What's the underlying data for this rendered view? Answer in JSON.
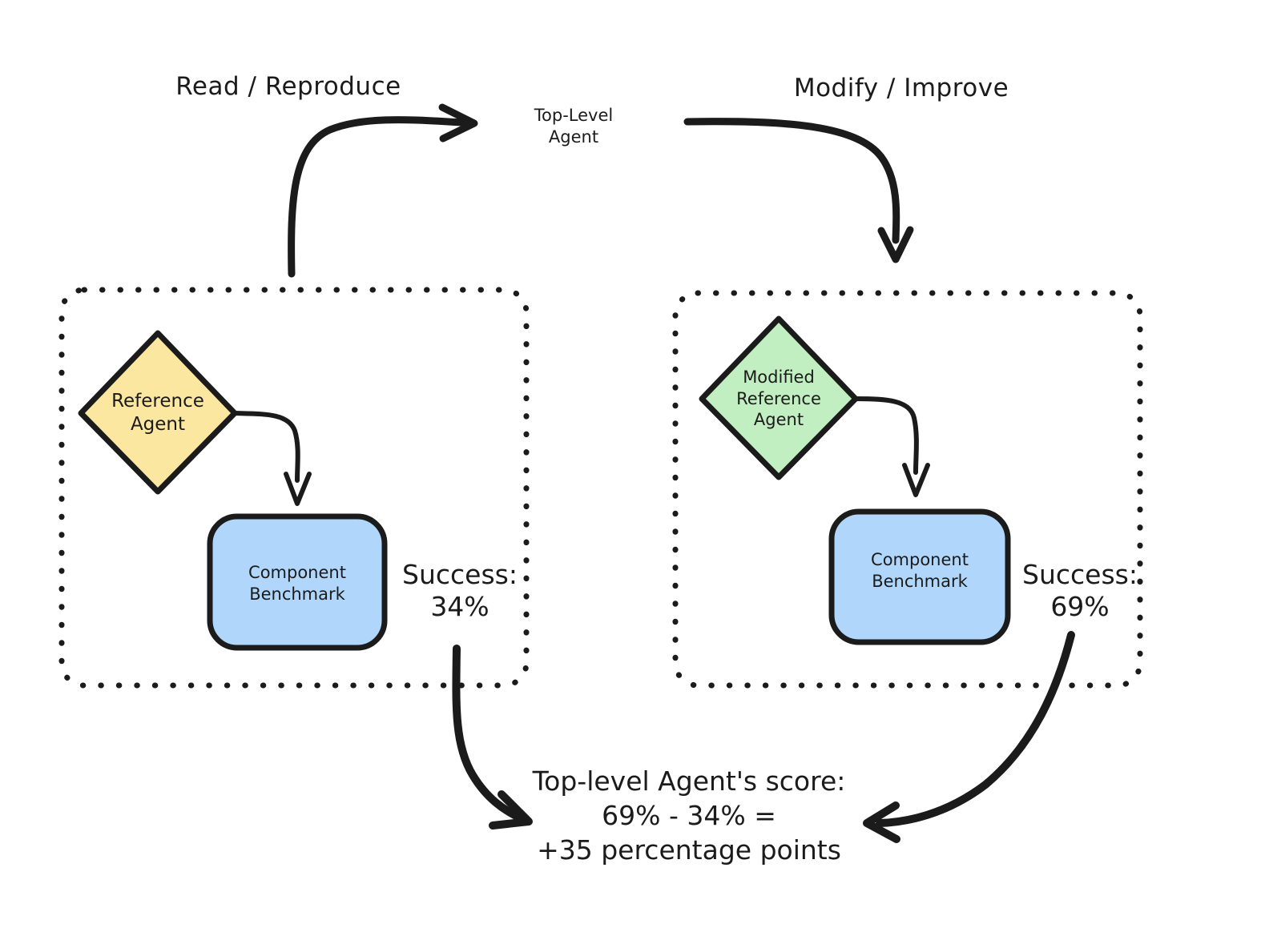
{
  "diagram": {
    "title": "Top-Level Agent evaluation flow",
    "background_color": "#ffffff",
    "stroke_color": "#1b1b1b"
  },
  "nodes": {
    "top_agent": {
      "label_line1": "Top-Level",
      "label_line2": "Agent",
      "shape": "diamond",
      "fill": "#f7cdd0"
    },
    "reference_agent": {
      "label_line1": "Reference",
      "label_line2": "Agent",
      "shape": "diamond",
      "fill": "#fbe79f"
    },
    "modified_reference_agent": {
      "label_line1": "Modified",
      "label_line2": "Reference",
      "label_line3": "Agent",
      "shape": "diamond",
      "fill": "#c2efc2"
    },
    "benchmark_left": {
      "label_line1": "Component",
      "label_line2": "Benchmark",
      "shape": "rounded-rect",
      "fill": "#b0d7fb"
    },
    "benchmark_right": {
      "label_line1": "Component",
      "label_line2": "Benchmark",
      "shape": "rounded-rect",
      "fill": "#b0d7fb"
    }
  },
  "edges": {
    "read_reproduce": "Read / Reproduce",
    "modify_improve": "Modify / Improve"
  },
  "metrics": {
    "left": {
      "label": "Success:",
      "value": "34%"
    },
    "right": {
      "label": "Success:",
      "value": "69%"
    }
  },
  "score": {
    "line1": "Top-level Agent's score:",
    "line2": "69% - 34% =",
    "line3": "+35 percentage points"
  },
  "groups": {
    "left_group": "baseline-run-group",
    "right_group": "modified-run-group"
  }
}
